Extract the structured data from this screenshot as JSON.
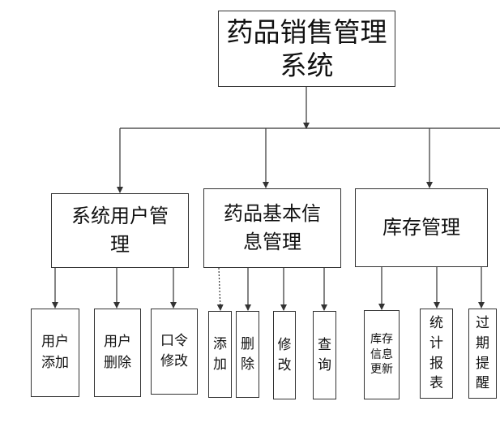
{
  "diagram": {
    "root": {
      "label": "药品销售管理\n系统"
    },
    "sections": [
      {
        "id": "system-user",
        "label": "系统用户管\n理",
        "children": [
          "用户\n添加",
          "用户\n删除",
          "口令\n修改"
        ]
      },
      {
        "id": "drug-info",
        "label": "药品基本信\n息管理",
        "children": [
          "添\n加",
          "删\n除",
          "修\n改",
          "查\n询"
        ]
      },
      {
        "id": "inventory",
        "label": "库存管理",
        "children": [
          "库存\n信息\n更新",
          "统\n计\n报\n表",
          "过\n期\n提\n醒"
        ]
      }
    ]
  },
  "colors": {
    "line": "#333333",
    "text": "#111111",
    "background": "#ffffff"
  }
}
